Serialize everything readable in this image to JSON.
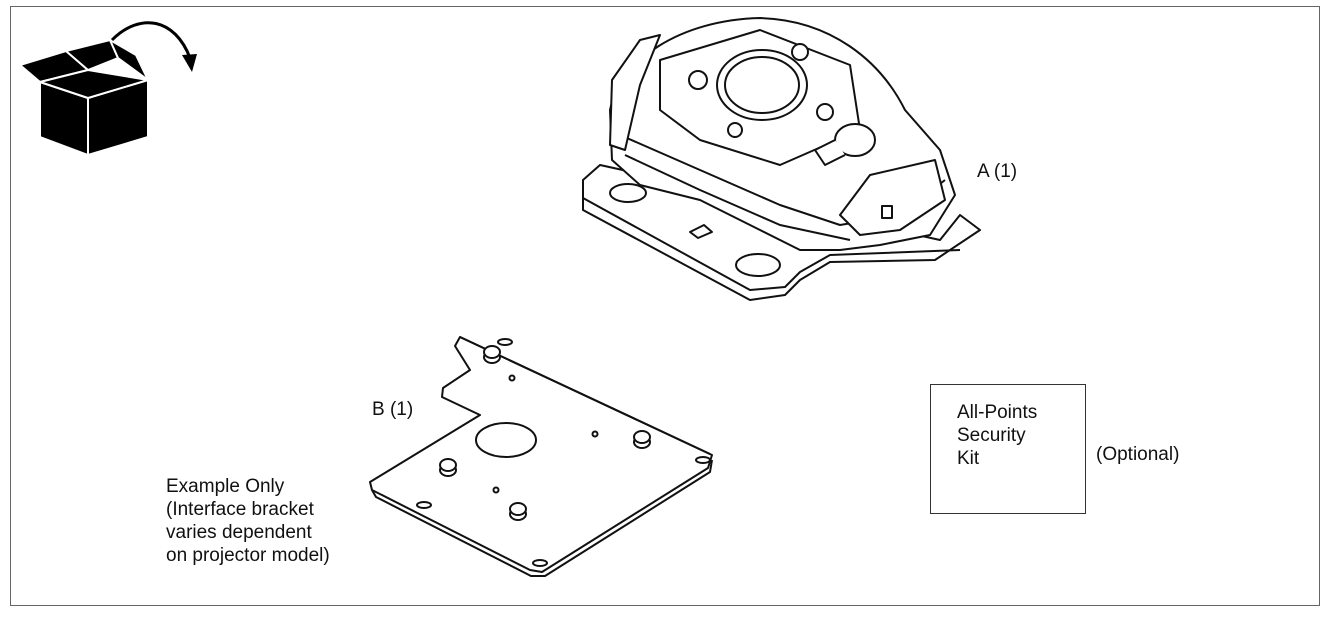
{
  "diagram": {
    "items": {
      "mount_label": "A (1)",
      "bracket_label": "B (1)",
      "example_note": [
        "Example Only",
        "(Interface bracket",
        "varies dependent",
        "on projector model)"
      ],
      "kit_lines": [
        "All-Points",
        "Security",
        "Kit"
      ],
      "optional_label": "(Optional)"
    },
    "icons": {
      "unbox": "open-box-with-arrow",
      "mount": "projector-mount-assembly",
      "bracket": "interface-bracket-plate"
    },
    "colors": {
      "line": "#111111",
      "box_fill": "#000000"
    }
  }
}
